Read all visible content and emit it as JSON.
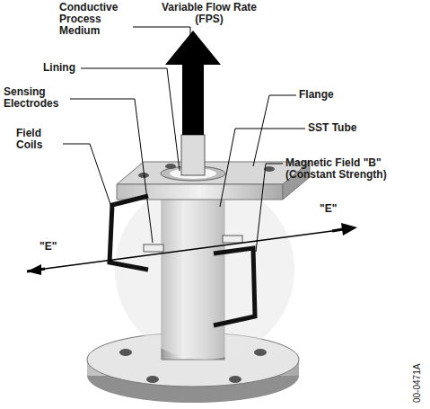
{
  "diagram": {
    "labels": [
      "Variable Flow Rate (FPS)",
      "Conductive Process Medium",
      "Lining",
      "Sensing Electrodes",
      "Field Coils",
      "Flange",
      "SST Tube",
      "Magnetic Field \"B\" (Constant Strength)",
      "\"E\"",
      "\"E\"",
      "00-0471A"
    ]
  }
}
